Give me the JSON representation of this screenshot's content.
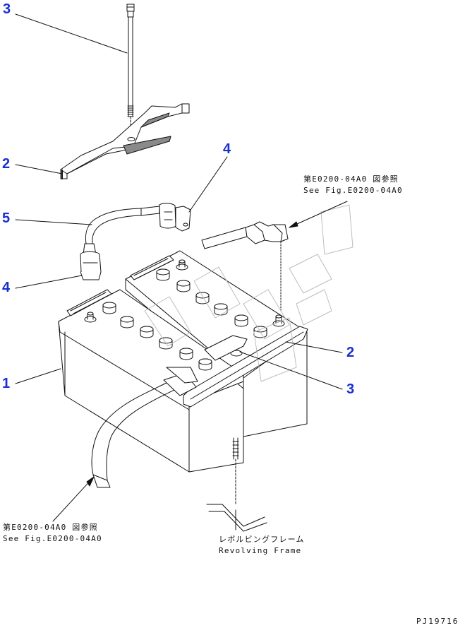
{
  "callouts": {
    "bolt_top": "3",
    "bracket_left": "2",
    "terminal_cover_upper": "4",
    "cable_link": "5",
    "terminal_cover_lower": "4",
    "battery": "1",
    "bracket_right": "2",
    "bolt_right": "3"
  },
  "notes": {
    "ref_upper_jp": "第E0200-04A0 図参照",
    "ref_upper_en": "See Fig.E0200-04A0",
    "ref_lower_jp": "第E0200-04A0 図参照",
    "ref_lower_en": "See Fig.E0200-04A0",
    "frame_jp": "レボルビングフレーム",
    "frame_en": "Revolving Frame"
  },
  "drawing_id": "PJ19716",
  "colors": {
    "line": "#111111",
    "callout": "#1a2fd0",
    "shade": "#8a8a8a"
  }
}
